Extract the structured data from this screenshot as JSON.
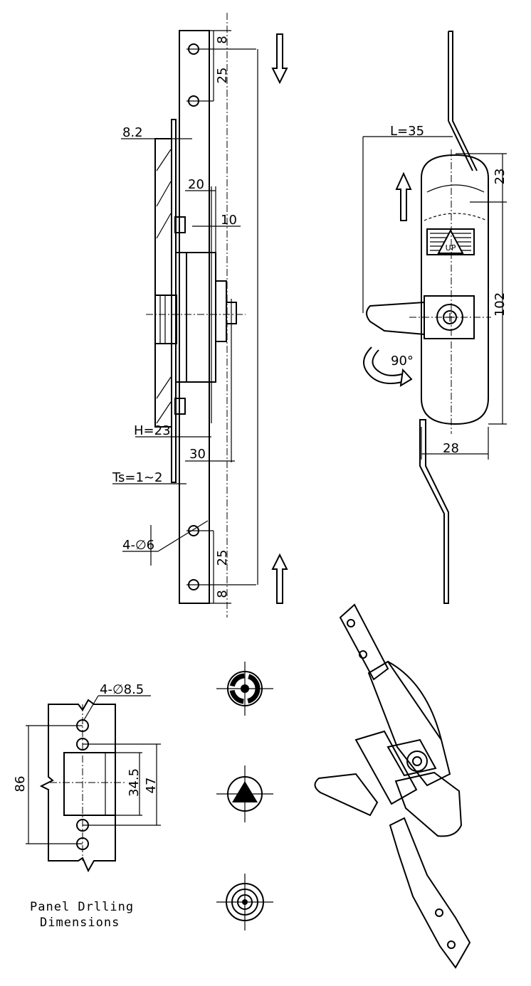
{
  "side_view": {
    "dims": {
      "top_edge": "8",
      "top_pitch": "25",
      "panel_thickness": "8.2",
      "width_20": "20",
      "width_10": "10",
      "height": "H=23",
      "width_30": "30",
      "ts": "Ts=1~2",
      "holes": "4-∅6",
      "bottom_pitch": "25",
      "bottom_edge": "8"
    }
  },
  "front_view": {
    "dims": {
      "length": "L=35",
      "top": "23",
      "height": "102",
      "width": "28",
      "rotation": "90°"
    },
    "up_label": "UP"
  },
  "drilling": {
    "holes": "4-∅8.5",
    "total": "86",
    "window": "34.5",
    "outer": "47",
    "caption_line1": "Panel Drlling",
    "caption_line2": "Dimensions"
  },
  "symbols": [
    "locked-symbol",
    "triangle-symbol",
    "round-symbol"
  ]
}
